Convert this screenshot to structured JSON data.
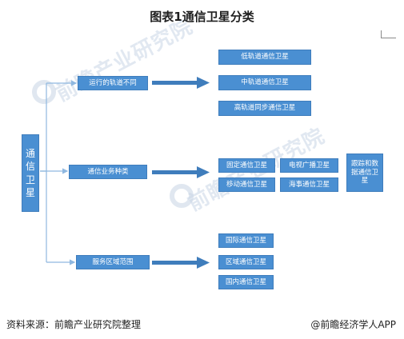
{
  "title": "图表1通信卫星分类",
  "root": "通信卫星",
  "categories": [
    {
      "label": "运行的轨道不同",
      "items": [
        "低轨道通信卫星",
        "中轨道通信卫星",
        "高轨道同步通信卫星"
      ]
    },
    {
      "label": "通信业务种类",
      "items": [
        "固定通信卫星",
        "电视广播卫星",
        "移动通信卫星",
        "海事通信卫星",
        "跟踪和数据通信卫星"
      ]
    },
    {
      "label": "服务区域范围",
      "items": [
        "国际通信卫星",
        "区域通信卫星",
        "国内通信卫星"
      ]
    }
  ],
  "watermark": "前瞻产业研究院",
  "footer": {
    "source": "资料来源：前瞻产业研究院整理",
    "brand": "@前瞻经济学人APP"
  },
  "colors": {
    "box_fill": "#4a8fd2",
    "connector": "#8fb8e0",
    "arrow": "#3f7dbc"
  }
}
